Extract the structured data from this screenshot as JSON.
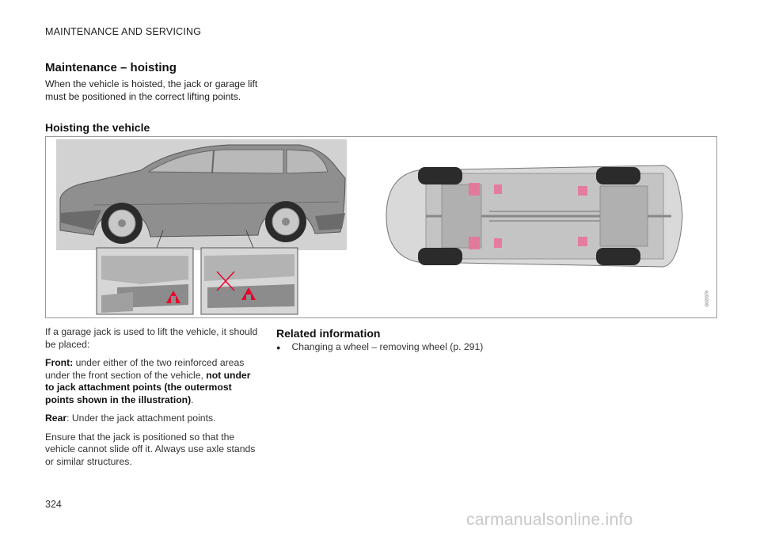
{
  "header": {
    "section": "MAINTENANCE AND SERVICING"
  },
  "article": {
    "title": "Maintenance – hoisting",
    "intro": "When the vehicle is hoisted, the jack or garage lift must be positioned in the correct lifting points.",
    "subheading": "Hoisting the vehicle"
  },
  "figure": {
    "id": "G020176",
    "marker_color": "#e8002a",
    "body_color": "#8a8a8a"
  },
  "body": {
    "lead": "If a garage jack is used to lift the vehicle, it should be placed:",
    "front_label": "Front:",
    "front_text": " under either of the two reinforced areas under the front section of the vehicle, ",
    "front_bold": "not under to jack attachment points (the outermost points shown in the illustration)",
    "front_end": ".",
    "rear_label": "Rear",
    "rear_text": ": Under the jack attachment points.",
    "caution": "Ensure that the jack is positioned so that the vehicle cannot slide off it. Always use axle stands or similar structures."
  },
  "related": {
    "title": "Related information",
    "items": [
      {
        "bullet": "●",
        "text": "Changing a wheel – removing wheel (p. 291)"
      }
    ]
  },
  "footer": {
    "page_number": "324",
    "watermark": "carmanualsonline.info"
  }
}
